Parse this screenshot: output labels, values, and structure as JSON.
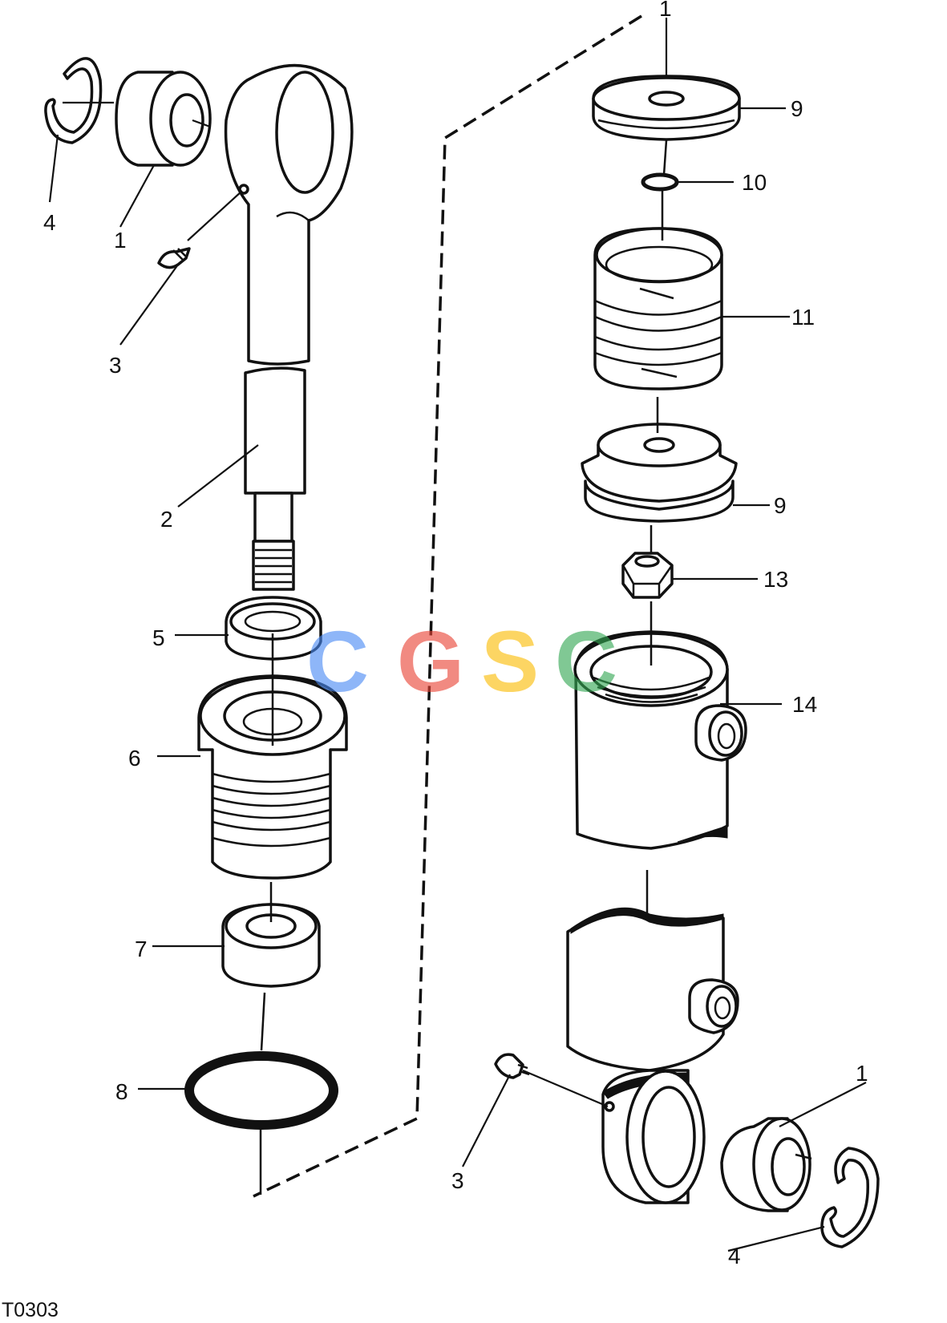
{
  "callouts": {
    "l_ring_4": "4",
    "l_bushing_1": "1",
    "l_fitting_3": "3",
    "l_rod_2": "2",
    "l_5": "5",
    "l_6": "6",
    "l_7": "7",
    "l_8": "8",
    "r_9_top": "9",
    "r_10": "10",
    "r_11": "11",
    "r_9_piston": "9",
    "r_13": "13",
    "r_14": "14",
    "r_1_bottom": "1",
    "r_3_bottom": "3",
    "r_4_bottom": "4",
    "dash_1": "1"
  },
  "watermark": {
    "letters": [
      "C",
      "G",
      "S",
      "C"
    ],
    "colors": [
      "#4a8af4",
      "#ea4335",
      "#fbbc05",
      "#34a853"
    ]
  },
  "figure_code": "T0303"
}
